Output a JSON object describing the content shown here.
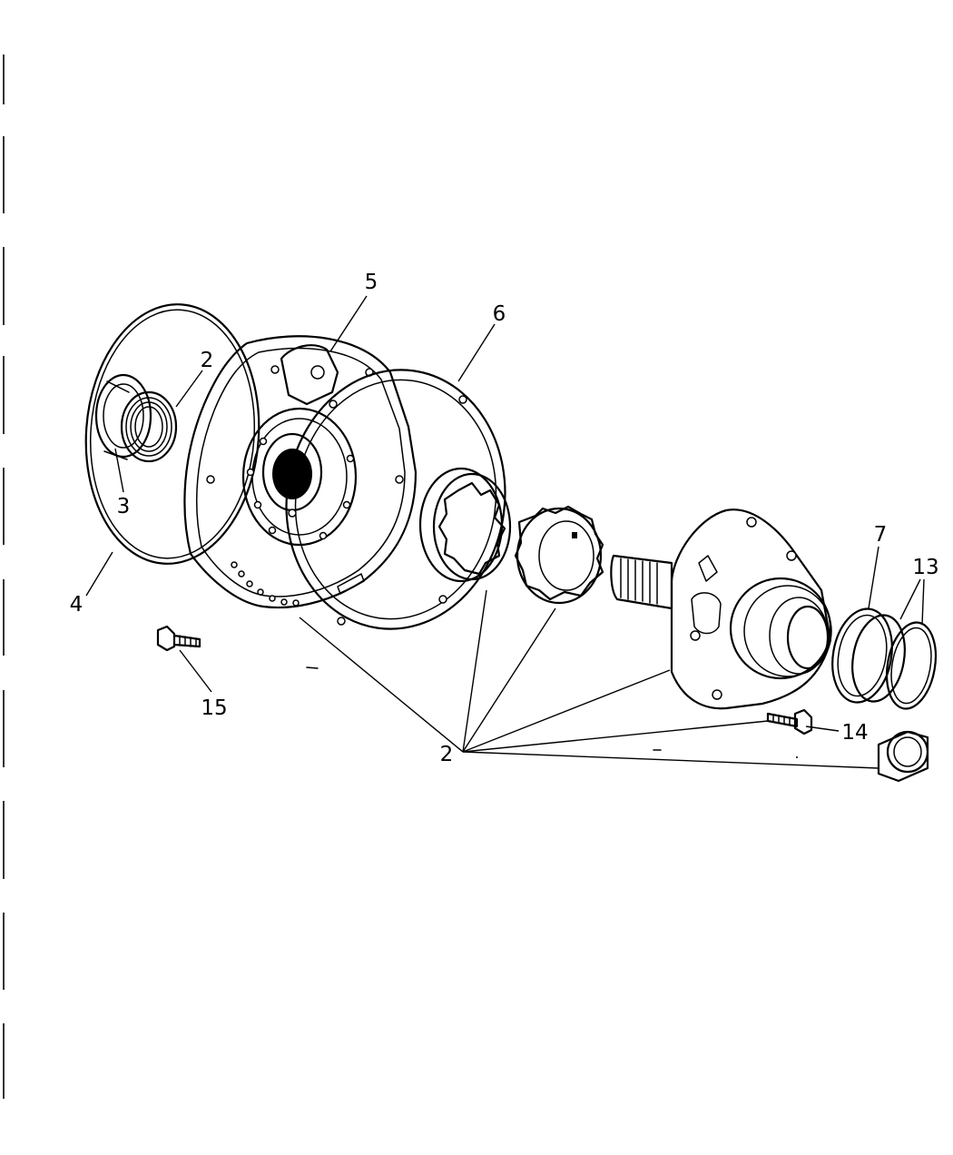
{
  "diagram": {
    "callouts": {
      "c5": "5",
      "c6": "6",
      "c2a": "2",
      "c3": "3",
      "c4": "4",
      "c15": "15",
      "c2b": "2",
      "c7": "7",
      "c13": "13",
      "c14": "14"
    }
  }
}
